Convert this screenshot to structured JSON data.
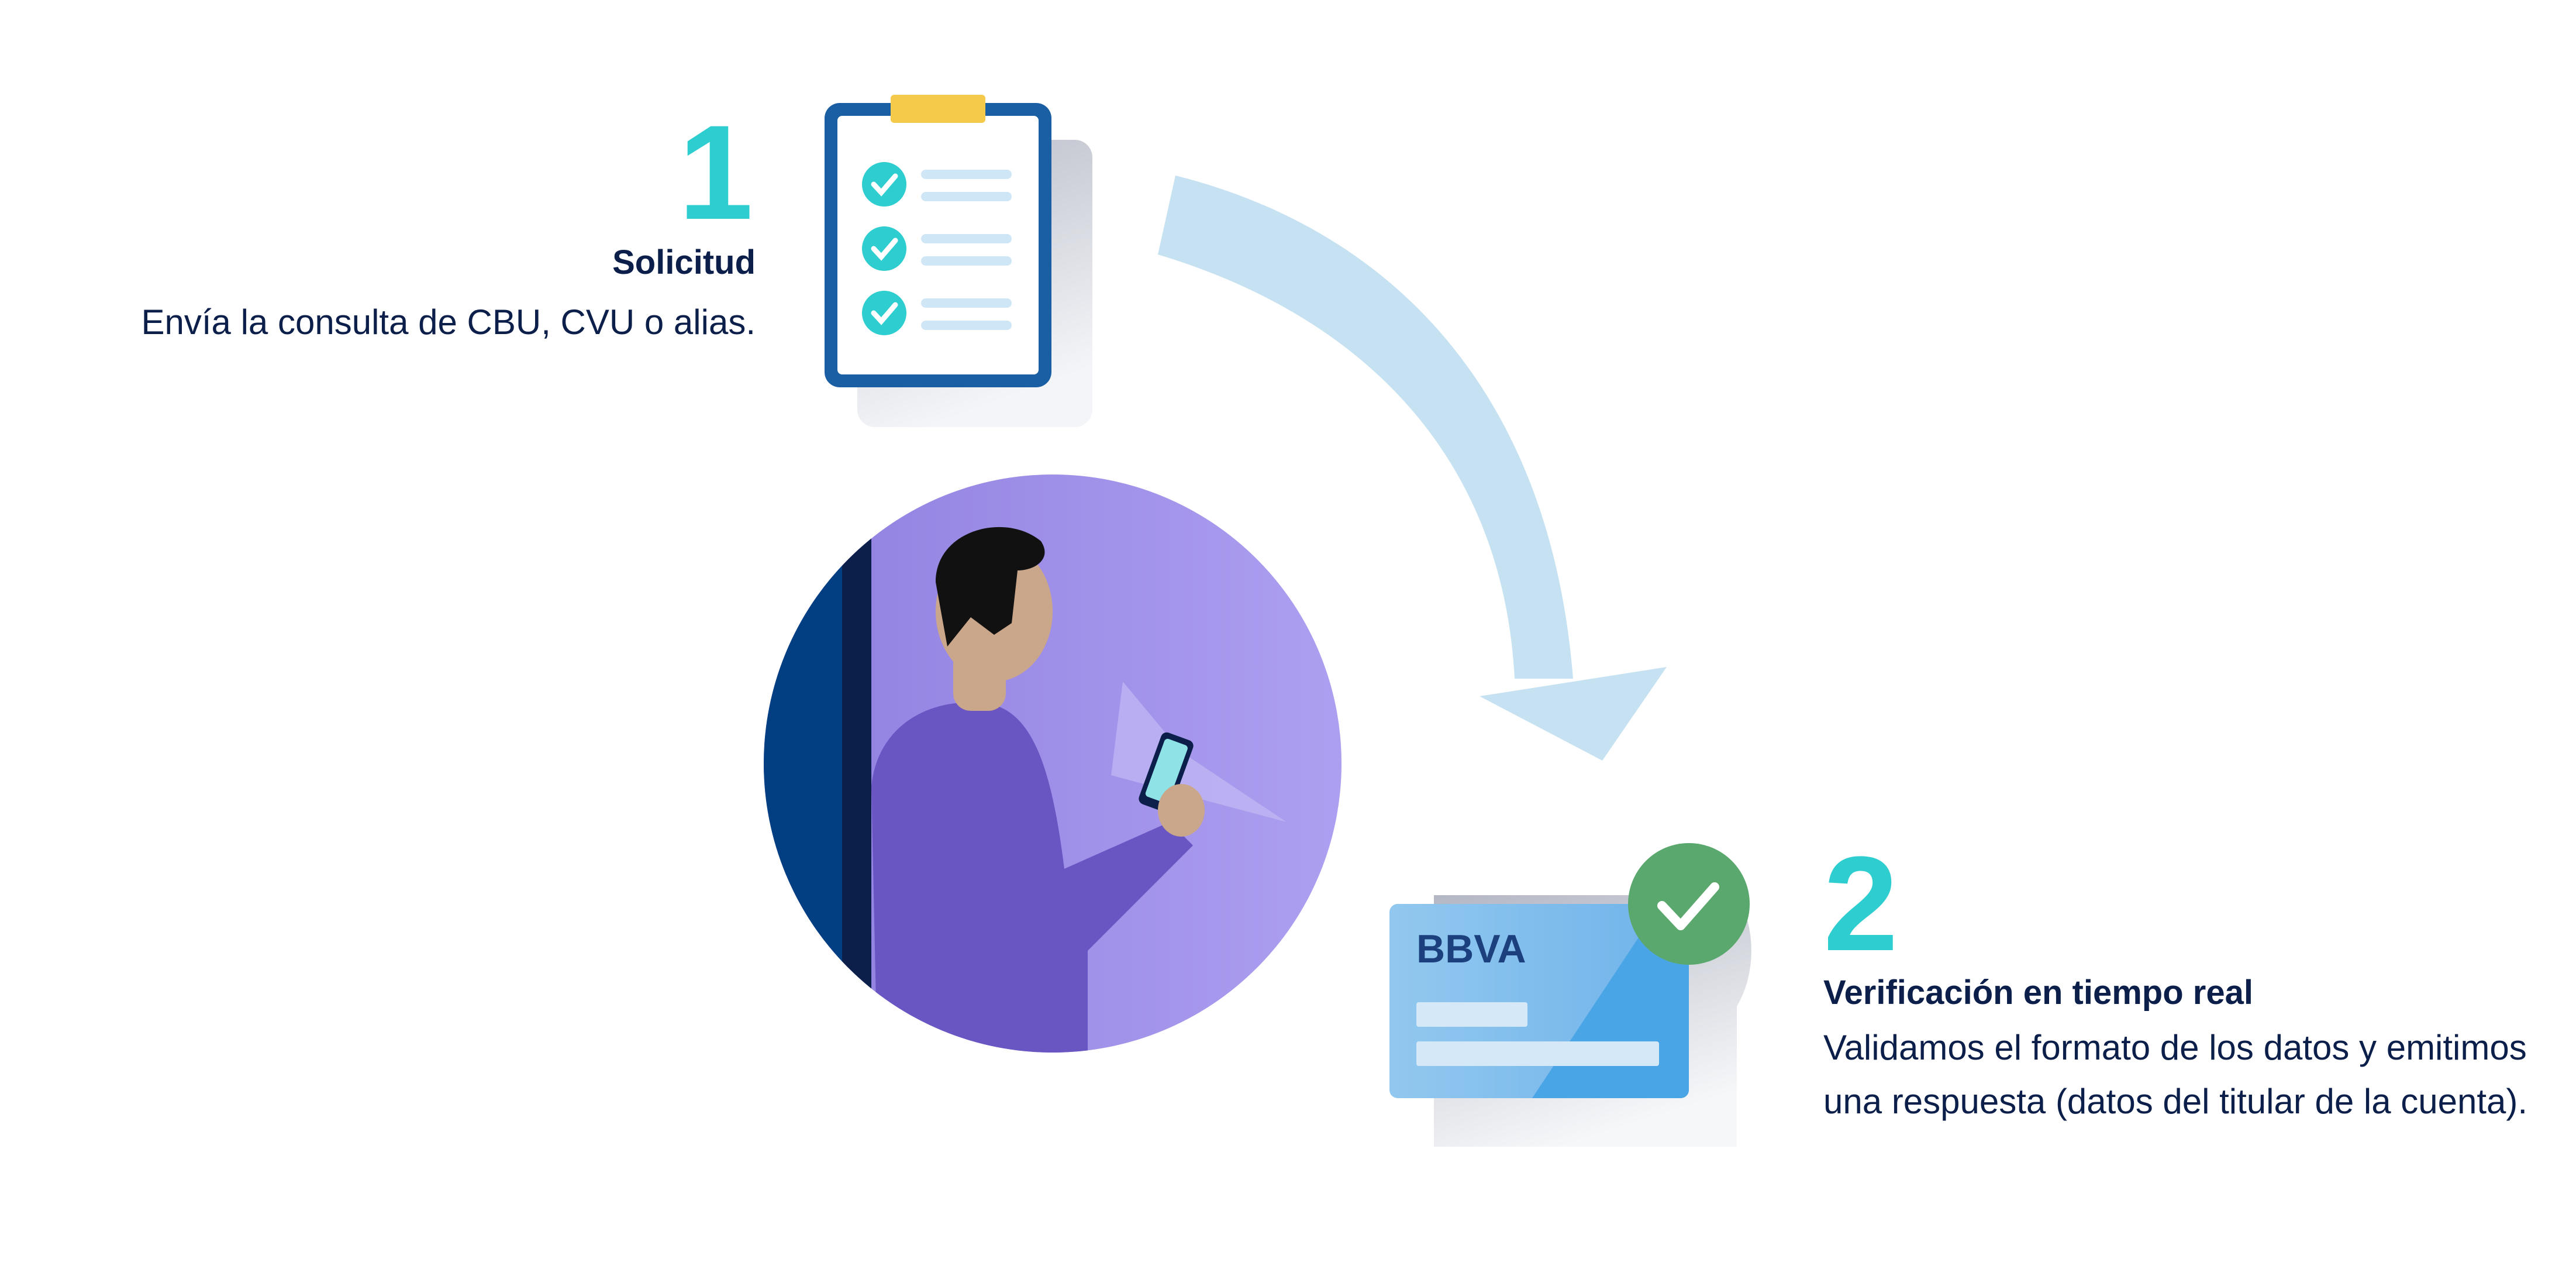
{
  "step1": {
    "number": "1",
    "title": "Solicitud",
    "description": "Envía la consulta de CBU, CVU o alias."
  },
  "step2": {
    "number": "2",
    "title": "Verificación en tiempo real",
    "description_line1": "Validamos el formato de los datos y emitimos",
    "description_line2": "una respuesta (datos del titular de la cuenta)."
  },
  "card": {
    "brand": "BBVA"
  },
  "colors": {
    "accent": "#2ecdd0",
    "text": "#0b1f4a",
    "arrow": "#c6e2f2",
    "clipboard": "#1a5fa3",
    "card": "#4aa5e6",
    "check": "#5aa86e",
    "circle": "#a99be8"
  }
}
